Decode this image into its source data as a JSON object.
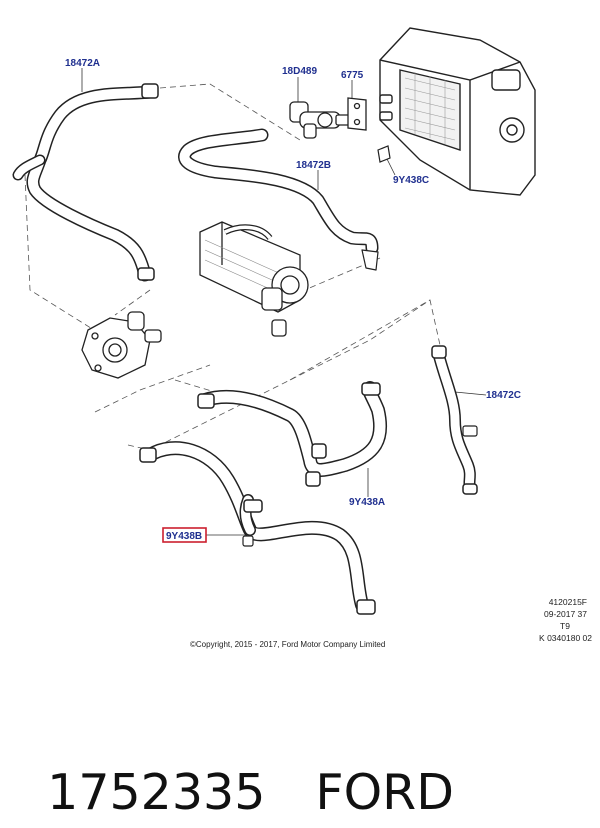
{
  "callouts": {
    "a1": "18472A",
    "a2": "18D489",
    "a3": "6775",
    "a4": "18472B",
    "a5": "9Y438C",
    "a6": "18472C",
    "a7": "9Y438A",
    "a8": "9Y438B"
  },
  "highlight_color": "#cc1f2f",
  "callout_color": "#1f2f8f",
  "drawing_code": {
    "line1": "4120215F",
    "line2": "09-2017 37",
    "line3": "T9",
    "line4": "K 0340180 02"
  },
  "copyright": "©Copyright, 2015 - 2017, Ford Motor Company Limited",
  "footer": {
    "part_number": "1752335",
    "brand": "FORD"
  }
}
